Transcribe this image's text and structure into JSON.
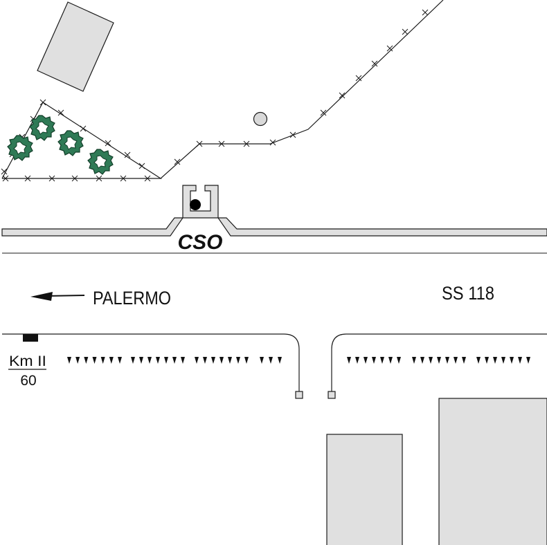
{
  "labels": {
    "site_code": "CSO",
    "direction_city": "PALERMO",
    "road_name": "SS 118",
    "km_marker_label": "Km II",
    "km_marker_value": "60"
  },
  "colors": {
    "building_fill": "#e0e0e0",
    "road_fill": "#e0e0e0",
    "stroke": "#1a1a1a",
    "tree_fill": "#2f7a56",
    "tree_inner": "#ffffff",
    "well_dot": "#000000",
    "pole_fill": "#d9d9d9"
  },
  "icons": {
    "direction_arrow": "arrow-left-icon",
    "tree": "tree-icon",
    "fence": "barbed-wire-fence",
    "guardrail": "guardrail-spikes",
    "well": "well-dot-icon"
  }
}
